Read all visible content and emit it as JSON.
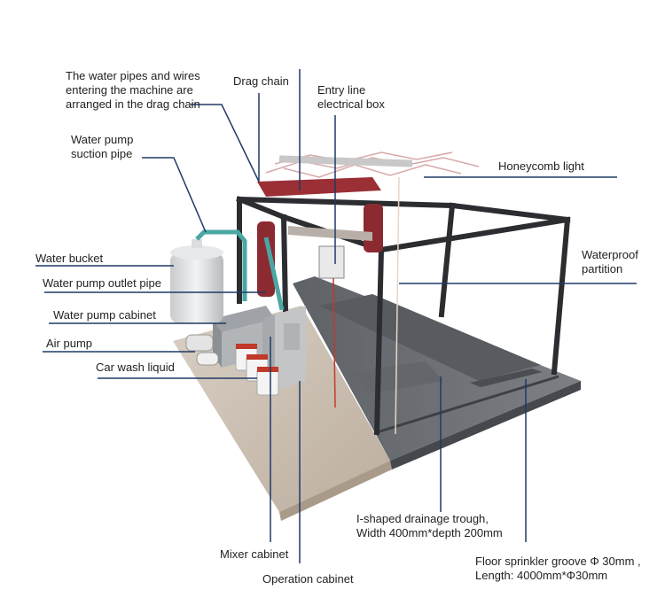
{
  "colors": {
    "leader": "#1f3a66",
    "frame": "#2b2d30",
    "floor": "#cdbfb0",
    "platform": "#6f7378",
    "accent_red": "#9a2f35",
    "pipe_teal": "#4aa7a4"
  },
  "labels": {
    "pipes_in_drag_chain": [
      "The water pipes and wires",
      "entering the machine are",
      "arranged in the drag chain"
    ],
    "drag_chain": [
      "Drag chain"
    ],
    "entry_line_box": [
      "Entry line",
      "electrical box"
    ],
    "water_pump_suction": [
      "Water pump",
      "suction pipe"
    ],
    "honeycomb_light": [
      "Honeycomb light"
    ],
    "water_bucket": [
      "Water bucket"
    ],
    "waterproof_partition": [
      "Waterproof",
      "partition"
    ],
    "water_pump_outlet": [
      "Water pump outlet pipe"
    ],
    "water_pump_cabinet": [
      "Water pump cabinet"
    ],
    "air_pump": [
      "Air pump"
    ],
    "car_wash_liquid": [
      "Car wash liquid"
    ],
    "drainage_trough": [
      "I-shaped drainage trough,",
      "Width 400mm*depth 200mm"
    ],
    "mixer_cabinet": [
      "Mixer cabinet"
    ],
    "sprinkler_groove": [
      "Floor sprinkler groove Φ 30mm ,",
      "Length: 4000mm*Φ30mm"
    ],
    "operation_cabinet": [
      "Operation cabinet"
    ]
  }
}
